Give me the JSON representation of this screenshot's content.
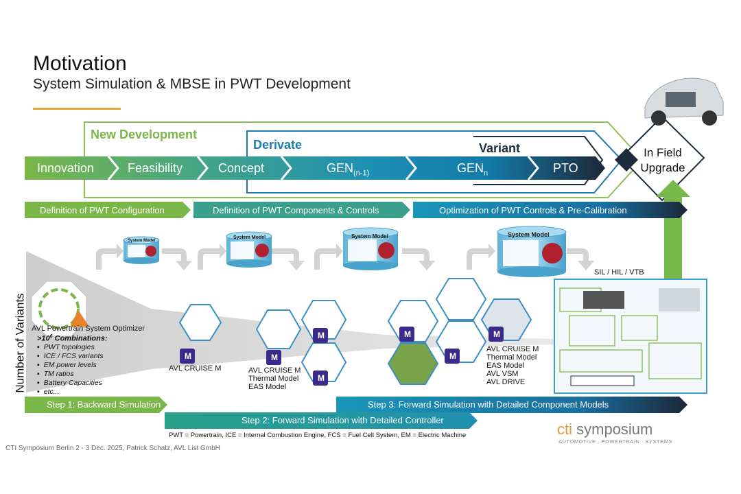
{
  "header": {
    "title": "Motivation",
    "subtitle": "System Simulation & MBSE in PWT Development"
  },
  "frames": {
    "new_development": "New Development",
    "derivate": "Derivate",
    "variant": "Variant"
  },
  "phases": [
    {
      "label": "Innovation"
    },
    {
      "label": "Feasibility"
    },
    {
      "label": "Concept"
    },
    {
      "label_base": "GEN",
      "label_sub": "(n-1)"
    },
    {
      "label_base": "GEN",
      "label_sub": "n"
    },
    {
      "label": "PTO"
    }
  ],
  "in_field": "In Field Upgrade",
  "bands": {
    "config": "Definition of PWT Configuration",
    "components": "Definition of PWT Components & Controls",
    "optimization": "Optimization of PWT Controls & Pre-Calibration"
  },
  "system_model_label": "System Model",
  "sil_label": "SIL / HIL / VTB",
  "y_axis_label": "Number of Variants",
  "optimizer": {
    "name": "AVL Powertrain System Optimizer",
    "combinations_prefix": ">10",
    "combinations_exp": "6",
    "combinations_suffix": " Combinations:",
    "items": [
      "PWT topologies",
      "ICE / FCS variants",
      "EM power levels",
      "TM ratios",
      "Battery Capacities",
      "etc..."
    ]
  },
  "tools": {
    "cruise": "AVL CRUISE M",
    "stage2": [
      "AVL CRUISE M",
      "Thermal Model",
      "EAS Model"
    ],
    "stage3": [
      "AVL CRUISE M",
      "Thermal Model",
      "EAS Model",
      "AVL VSM",
      "AVL DRIVE"
    ],
    "cm_icon_text": "M"
  },
  "steps": {
    "step1": "Step 1: Backward Simulation",
    "step2": "Step 2: Forward Simulation with Detailed Controller",
    "step3": "Step 3: Forward Simulation with Detailed Component Models"
  },
  "footnote": "PWT = Powertrain, ICE = Internal Combustion Engine, FCS = Fuel Cell System, EM = Electric Machine",
  "footer": "CTI Symposium Berlin 2 - 3 Dec. 2025, Patrick Schatz, AVL List GmbH",
  "brand": {
    "cti": "cti",
    "symposium": "symposium",
    "tagline": "AUTOMOTIVE · POWERTRAIN · SYSTEMS"
  },
  "colors": {
    "green": "#7ab648",
    "teal": "#2a9d8f",
    "blue": "#1b7fb0",
    "navy": "#1e2b3d",
    "frame_green": "#8cc056",
    "frame_blue": "#1f7bb0"
  }
}
